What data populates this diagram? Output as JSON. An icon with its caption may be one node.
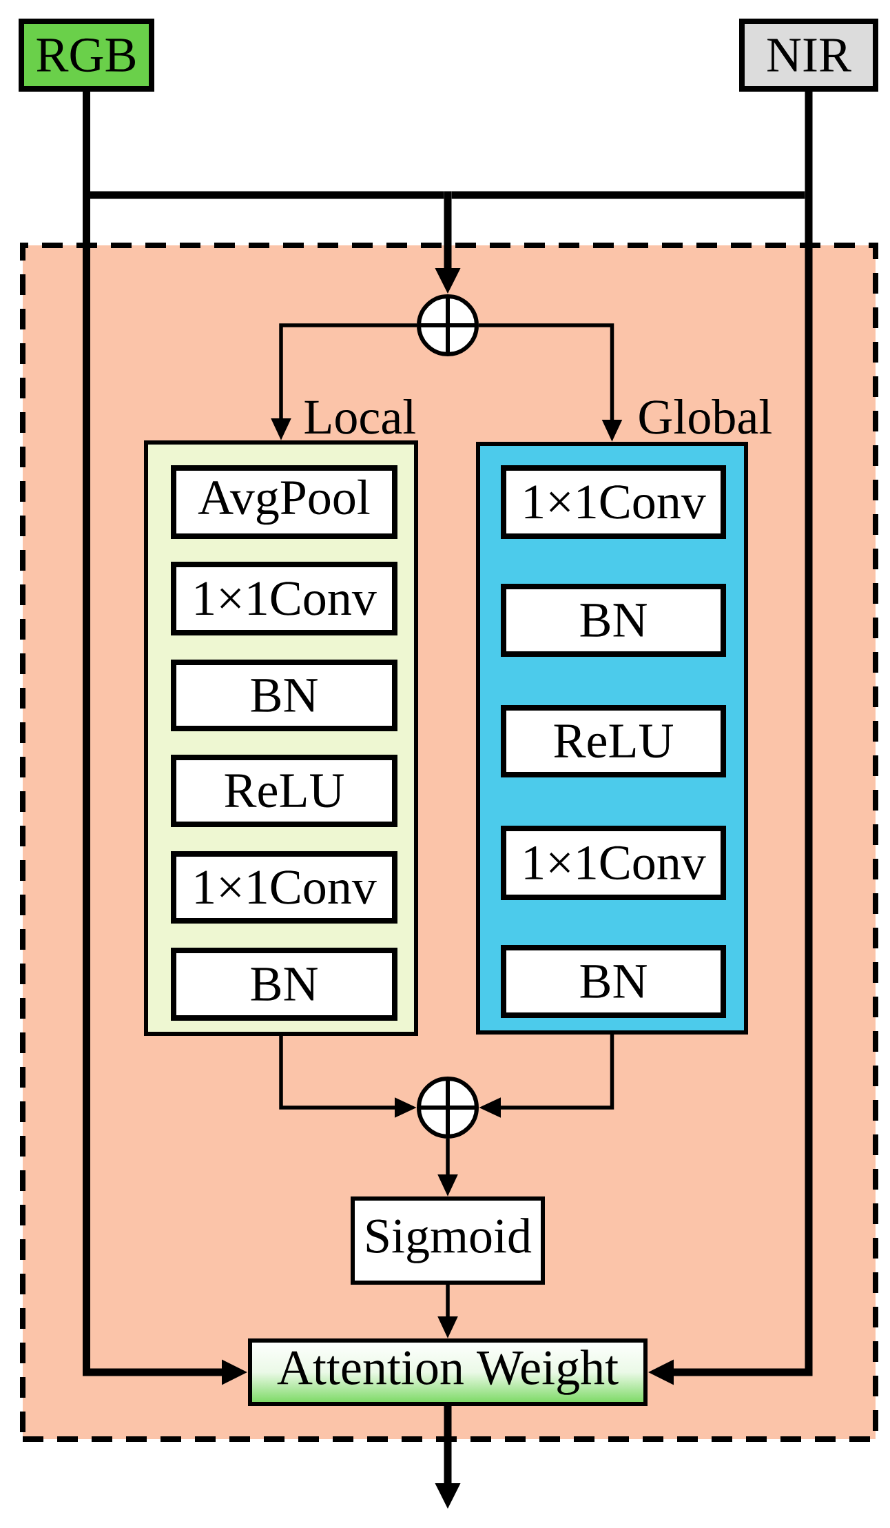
{
  "diagram": {
    "nodes": [
      {
        "text": [
          "RGB"
        ]
      },
      {
        "text": [
          "NIR"
        ]
      },
      {
        "text": [],
        "shape": "box"
      },
      {
        "text": [],
        "shape": "circle",
        "in": 2
      },
      {
        "text": [
          "Local"
        ],
        "in": 2
      },
      {
        "text": [
          "AvgPool"
        ],
        "in": 4
      },
      {
        "text": [
          "1×1Conv"
        ],
        "in": 4
      },
      {
        "text": [
          "BN"
        ],
        "in": 4
      },
      {
        "text": [
          "ReLU"
        ],
        "in": 4
      },
      {
        "text": [
          "1×1Conv"
        ],
        "in": 4
      },
      {
        "text": [
          "BN"
        ],
        "in": 4
      },
      {
        "text": [
          "Global"
        ],
        "in": 2
      },
      {
        "text": [
          "1×1Conv"
        ],
        "in": 11
      },
      {
        "text": [
          "BN"
        ],
        "in": 11
      },
      {
        "text": [
          "ReLU"
        ],
        "in": 11
      },
      {
        "text": [
          "1×1Conv"
        ],
        "in": 11
      },
      {
        "text": [
          "BN"
        ],
        "in": 11
      },
      {
        "text": [],
        "shape": "circle",
        "in": 2
      },
      {
        "text": [
          "Sigmoid"
        ],
        "in": 2
      },
      {
        "text": [
          "Attention Weight"
        ],
        "in": 2
      }
    ],
    "edges": [
      {
        "from": 0,
        "to": 3,
        "arrow": "to",
        "style": "thick"
      },
      {
        "from": 1,
        "to": 3,
        "arrow": "to",
        "style": "thick"
      },
      {
        "from": 3,
        "to": 4,
        "arrow": "to"
      },
      {
        "from": 3,
        "to": 11,
        "arrow": "to"
      },
      {
        "from": 4,
        "to": 17,
        "arrow": "to"
      },
      {
        "from": 11,
        "to": 17,
        "arrow": "to"
      },
      {
        "from": 17,
        "to": 18,
        "arrow": "to"
      },
      {
        "from": 18,
        "to": 19,
        "arrow": "to"
      },
      {
        "from": 0,
        "to": 19,
        "arrow": "to",
        "style": "thick"
      },
      {
        "from": 1,
        "to": 19,
        "arrow": "to",
        "style": "thick"
      },
      {
        "from": 19,
        "to": null,
        "arrow": "to",
        "style": "thick"
      }
    ]
  }
}
